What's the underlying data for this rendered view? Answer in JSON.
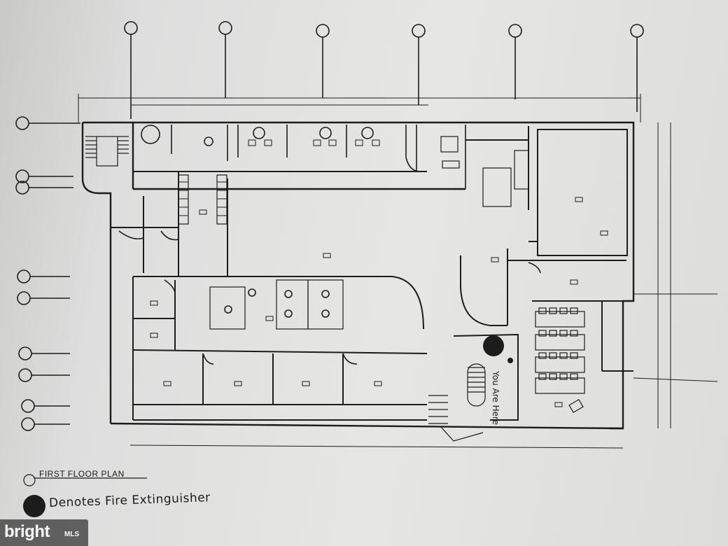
{
  "plan": {
    "title": "FIRST FLOOR PLAN",
    "legend": "Denotes Fire Extinguisher",
    "marker_text": "You Are Here",
    "ink_color": "#1c1c1c",
    "paper_color": "#e3e3e1"
  },
  "watermark": {
    "brand": "bright",
    "suffix": "MLS"
  }
}
